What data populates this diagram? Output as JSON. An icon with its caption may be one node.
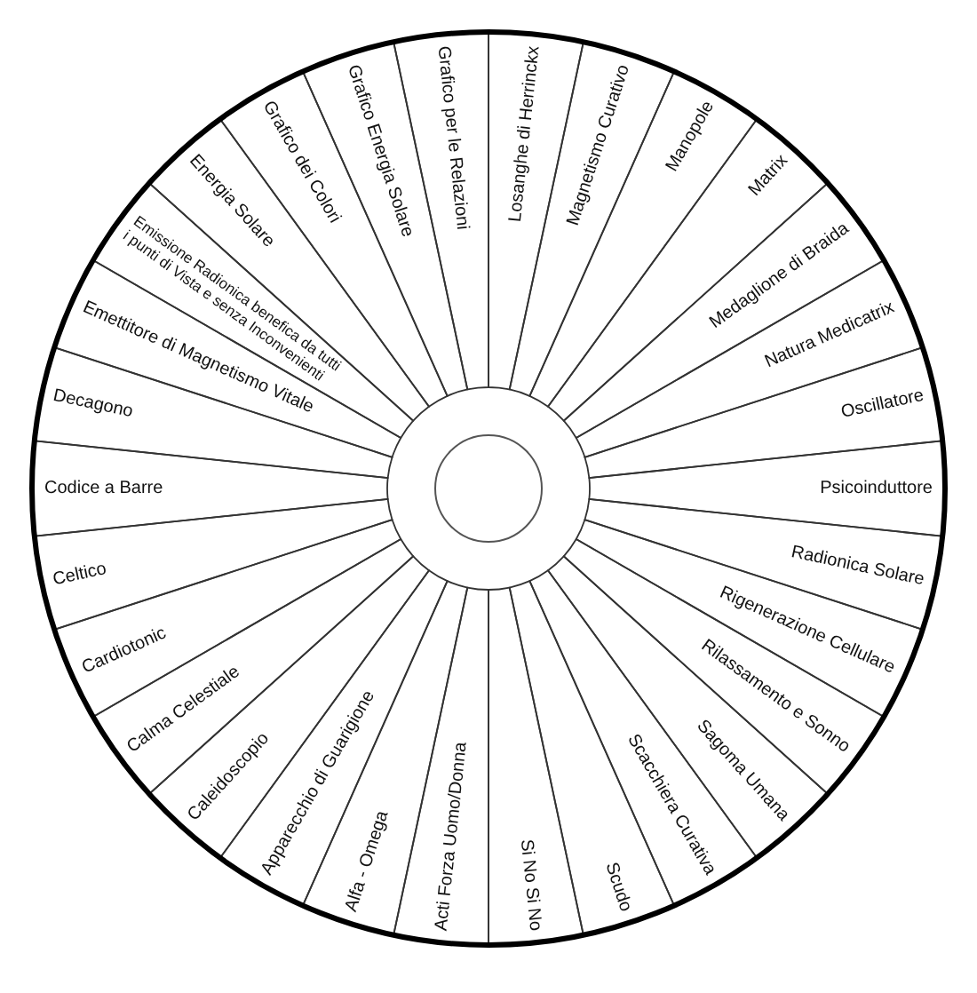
{
  "diagram": {
    "nodes": [
      {
        "text": [
          "Losanghe di Herrinckx"
        ]
      },
      {
        "text": [
          "Magnetismo Curativo"
        ]
      },
      {
        "text": [
          "Manopole"
        ]
      },
      {
        "text": [
          "Matrix"
        ]
      },
      {
        "text": [
          "Medaglione di Braida"
        ]
      },
      {
        "text": [
          "Natura Medicatrix"
        ]
      },
      {
        "text": [
          "Oscillatore"
        ]
      },
      {
        "text": [
          "Psicoinduttore"
        ]
      },
      {
        "text": [
          "Radionica Solare"
        ]
      },
      {
        "text": [
          "Rigenerazione Cellulare"
        ]
      },
      {
        "text": [
          "Rilassamento e Sonno"
        ]
      },
      {
        "text": [
          "Sagoma Umana"
        ]
      },
      {
        "text": [
          "Scacchiera Curativa"
        ]
      },
      {
        "text": [
          "Scudo"
        ]
      },
      {
        "text": [
          "Si No Si No"
        ]
      },
      {
        "text": [
          "Acti Forza Uomo/Donna"
        ]
      },
      {
        "text": [
          "Alfa - Omega"
        ]
      },
      {
        "text": [
          "Apparecchio di Guarigione"
        ]
      },
      {
        "text": [
          "Caleidoscopio"
        ]
      },
      {
        "text": [
          "Calma Celestiale"
        ]
      },
      {
        "text": [
          "Cardiotonic"
        ]
      },
      {
        "text": [
          "Celtico"
        ]
      },
      {
        "text": [
          "Codice a Barre"
        ]
      },
      {
        "text": [
          "Decagono"
        ]
      },
      {
        "text": [
          "Emettitore di Magnetismo Vitale"
        ]
      },
      {
        "text": [
          "Emissione Radionica benefica da tutti i punti di Vista e senza Inconvenienti"
        ]
      },
      {
        "text": [
          "Energia Solare"
        ]
      },
      {
        "text": [
          "Grafico dei Colori"
        ]
      },
      {
        "text": [
          "Grafico Energia Solare"
        ]
      },
      {
        "text": [
          "Grafico per le Relazioni"
        ]
      }
    ]
  }
}
